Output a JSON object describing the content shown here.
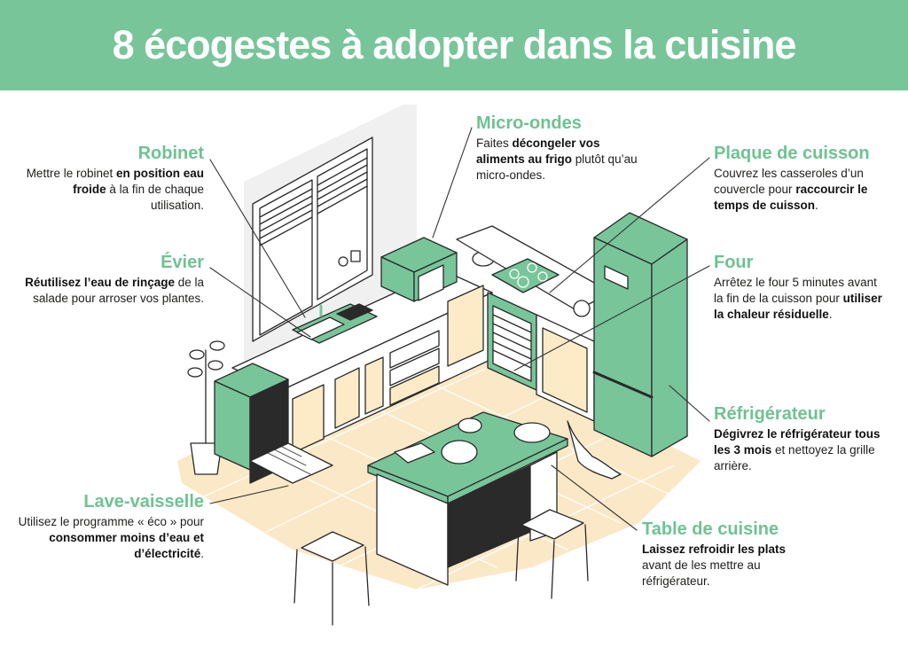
{
  "header": {
    "title": "8 écogestes à adopter dans la cuisine"
  },
  "colors": {
    "green": "#78c59a",
    "title_green": "#6fc292",
    "floor": "#fbe8c6",
    "dark": "#2a2a2a",
    "door_cream": "#fdebc8",
    "wall_grey": "#f0f0f0"
  },
  "tips": {
    "robinet": {
      "title": "Robinet",
      "parts": [
        "Mettre le robinet ",
        "en position eau froide",
        " à la fin de chaque utilisation."
      ]
    },
    "evier": {
      "title": "Évier",
      "parts": [
        "",
        "Réutilisez l’eau de rinçage",
        " de la salade pour arroser vos plantes."
      ]
    },
    "micro_ondes": {
      "title": "Micro-ondes",
      "parts": [
        "Faites ",
        "décongeler vos aliments au frigo",
        " plutôt qu’au micro-ondes."
      ]
    },
    "plaque": {
      "title": "Plaque de cuisson",
      "parts": [
        "Couvrez les casseroles d’un couvercle pour ",
        "raccourcir le temps de cuisson",
        "."
      ]
    },
    "four": {
      "title": "Four",
      "parts": [
        "Arrêtez le four 5 minutes avant la fin de la cuisson pour ",
        "utiliser la chaleur résiduelle",
        "."
      ]
    },
    "refrigerateur": {
      "title": "Réfrigérateur",
      "parts": [
        "",
        "Dégivrez le réfrigérateur tous les 3 mois",
        " et nettoyez la grille arrière."
      ]
    },
    "lave_vaisselle": {
      "title": "Lave-vaisselle",
      "parts": [
        "Utilisez le programme « éco » pour ",
        "consommer moins d’eau et d’électricité",
        "."
      ]
    },
    "table": {
      "title": "Table de cuisine",
      "parts": [
        "",
        "Laissez refroidir les plats",
        " avant de les mettre au réfrigérateur."
      ]
    }
  }
}
